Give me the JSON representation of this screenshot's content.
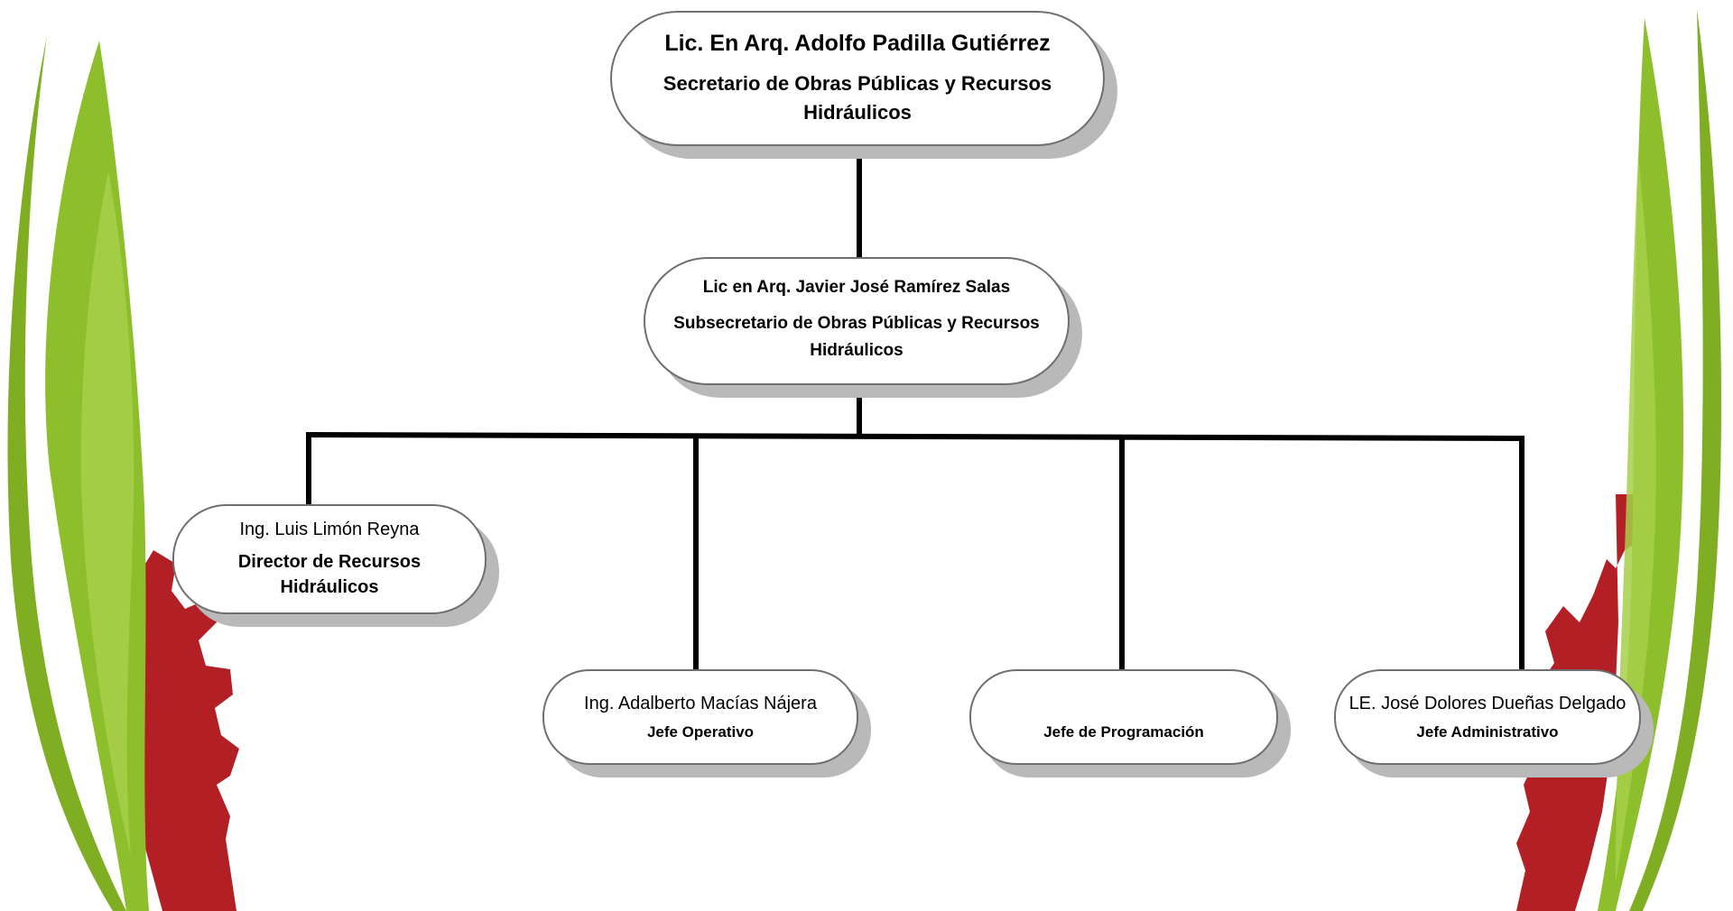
{
  "org_chart": {
    "secretary": {
      "name": "Lic. En Arq. Adolfo Padilla Gutiérrez",
      "title": "Secretario de Obras Públicas y Recursos Hidráulicos"
    },
    "undersecretary": {
      "name": "Lic en Arq. Javier José Ramírez Salas",
      "title": "Subsecretario de Obras Públicas y Recursos Hidráulicos"
    },
    "director_water": {
      "name": "Ing. Luis Limón Reyna",
      "title": "Director de Recursos Hidráulicos"
    },
    "operations": {
      "name": "Ing. Adalberto Macías Nájera",
      "title": "Jefe Operativo"
    },
    "programming": {
      "name": "",
      "title": "Jefe de Programación"
    },
    "administrative": {
      "name": "LE. José Dolores Dueñas Delgado",
      "title": "Jefe Administrativo"
    }
  },
  "colors": {
    "connector": "#000000",
    "node_border": "#6f6f6f",
    "node_shadow": "#b9b9b9",
    "leaf_green": "#8cbf2b",
    "gear_red": "#b21f24"
  }
}
